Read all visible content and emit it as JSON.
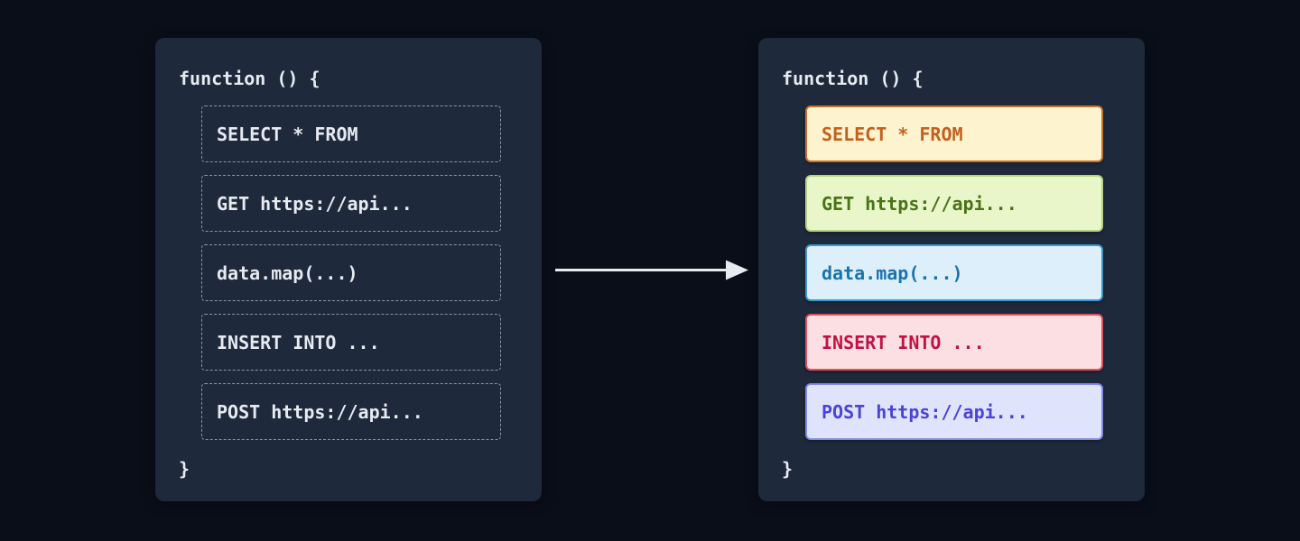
{
  "colors": {
    "page_bg": "#0a0e19",
    "panel_bg": "#1e293b",
    "code_text": "#e7ebf1",
    "dash_border": "#8b96a8",
    "arrow": "#e7eaef"
  },
  "left_panel": {
    "title": "function () {",
    "closing_brace": "}",
    "items": [
      {
        "label": "SELECT * FROM"
      },
      {
        "label": "GET https://api..."
      },
      {
        "label": "data.map(...)"
      },
      {
        "label": "INSERT INTO ..."
      },
      {
        "label": "POST https://api..."
      }
    ]
  },
  "right_panel": {
    "title": "function () {",
    "closing_brace": "}",
    "items": [
      {
        "label": "SELECT * FROM",
        "bg": "#fdf3cf",
        "border": "#c9702a",
        "text": "#c2611e"
      },
      {
        "label": "GET https://api...",
        "bg": "#e8f6c9",
        "border": "#b7d381",
        "text": "#4a7216"
      },
      {
        "label": "data.map(...)",
        "bg": "#ddeffb",
        "border": "#3b97cc",
        "text": "#1973ae"
      },
      {
        "label": "INSERT INTO ...",
        "bg": "#fcdfe2",
        "border": "#e44f5e",
        "text": "#c01343"
      },
      {
        "label": "POST https://api...",
        "bg": "#dfe3fc",
        "border": "#8289ee",
        "text": "#4a43d8"
      }
    ]
  }
}
